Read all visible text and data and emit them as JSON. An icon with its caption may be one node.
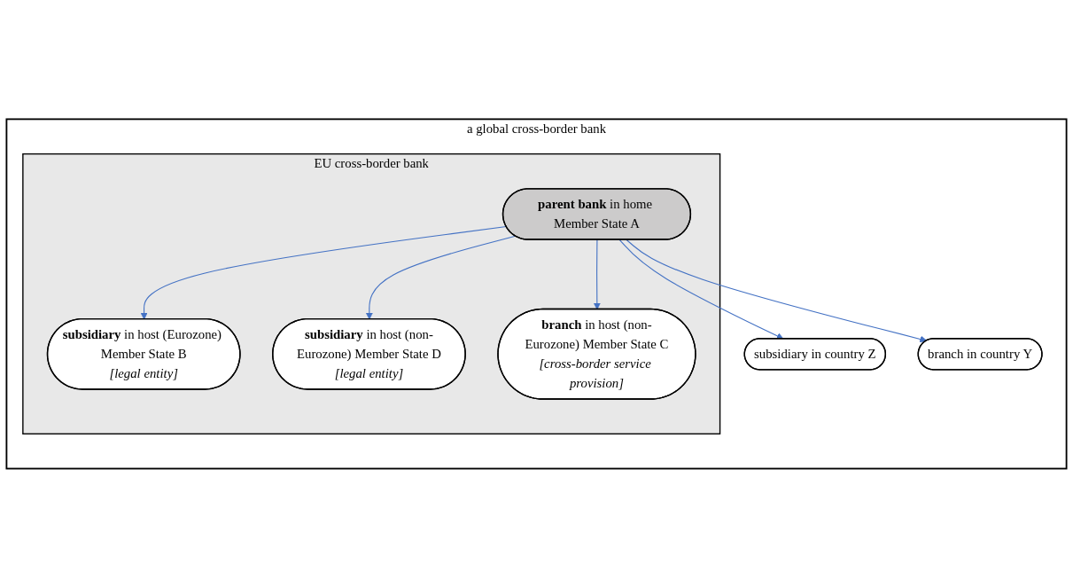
{
  "diagram": {
    "nodes": [
      {
        "text": [
          "a global cross-border bank"
        ]
      },
      {
        "text": [
          "EU cross-border bank"
        ],
        "in": 0
      },
      {
        "text": [
          "**parent bank** in home Member State A"
        ],
        "in": 1
      },
      {
        "text": [
          "**subsidiary** in host (Eurozone) Member State B",
          "[legal entity]"
        ],
        "in": 1
      },
      {
        "text": [
          "**subsidiary** in host (non-Eurozone) Member State D",
          "[legal entity]"
        ],
        "in": 1
      },
      {
        "text": [
          "**branch** in host (non-Eurozone) Member State C",
          "[cross-border service provision]"
        ],
        "in": 1
      },
      {
        "text": [
          "subsidiary in country Z"
        ],
        "in": 0
      },
      {
        "text": [
          "branch in country Y"
        ],
        "in": 0
      }
    ],
    "edges": [
      {
        "from": 2,
        "to": 3,
        "arrow": "to"
      },
      {
        "from": 2,
        "to": 4,
        "arrow": "to"
      },
      {
        "from": 2,
        "to": 5,
        "arrow": "to"
      },
      {
        "from": 2,
        "to": 6,
        "arrow": "to"
      },
      {
        "from": 2,
        "to": 7,
        "arrow": "to"
      }
    ]
  }
}
